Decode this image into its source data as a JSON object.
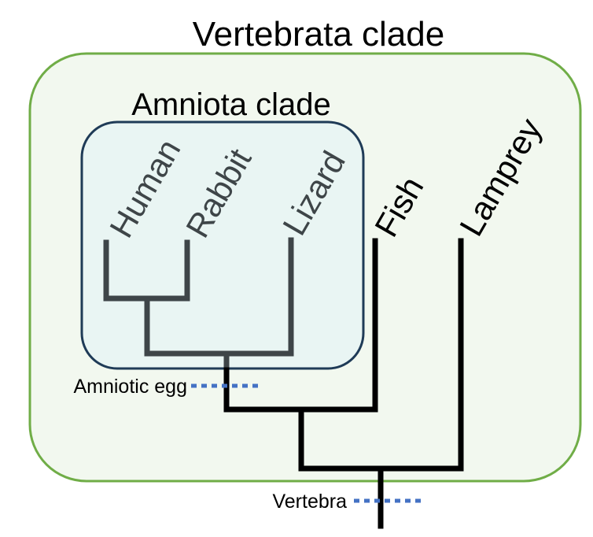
{
  "title": "Vertebrata clade",
  "inner_title": "Amniota clade",
  "taxa": {
    "human": "Human",
    "rabbit": "Rabbit",
    "lizard": "Lizard",
    "fish": "Fish",
    "lamprey": "Lamprey"
  },
  "traits": {
    "amniotic_egg": "Amniotic egg",
    "vertebra": "Vertebra"
  },
  "colors": {
    "outer_fill": "#f2f8ef",
    "outer_stroke": "#70ad47",
    "inner_fill": "#e9f5f3",
    "inner_stroke": "#1f3b57",
    "tree_inner": "#3e4548",
    "tree_outer": "#000000",
    "trait_dots": "#4472c4"
  }
}
